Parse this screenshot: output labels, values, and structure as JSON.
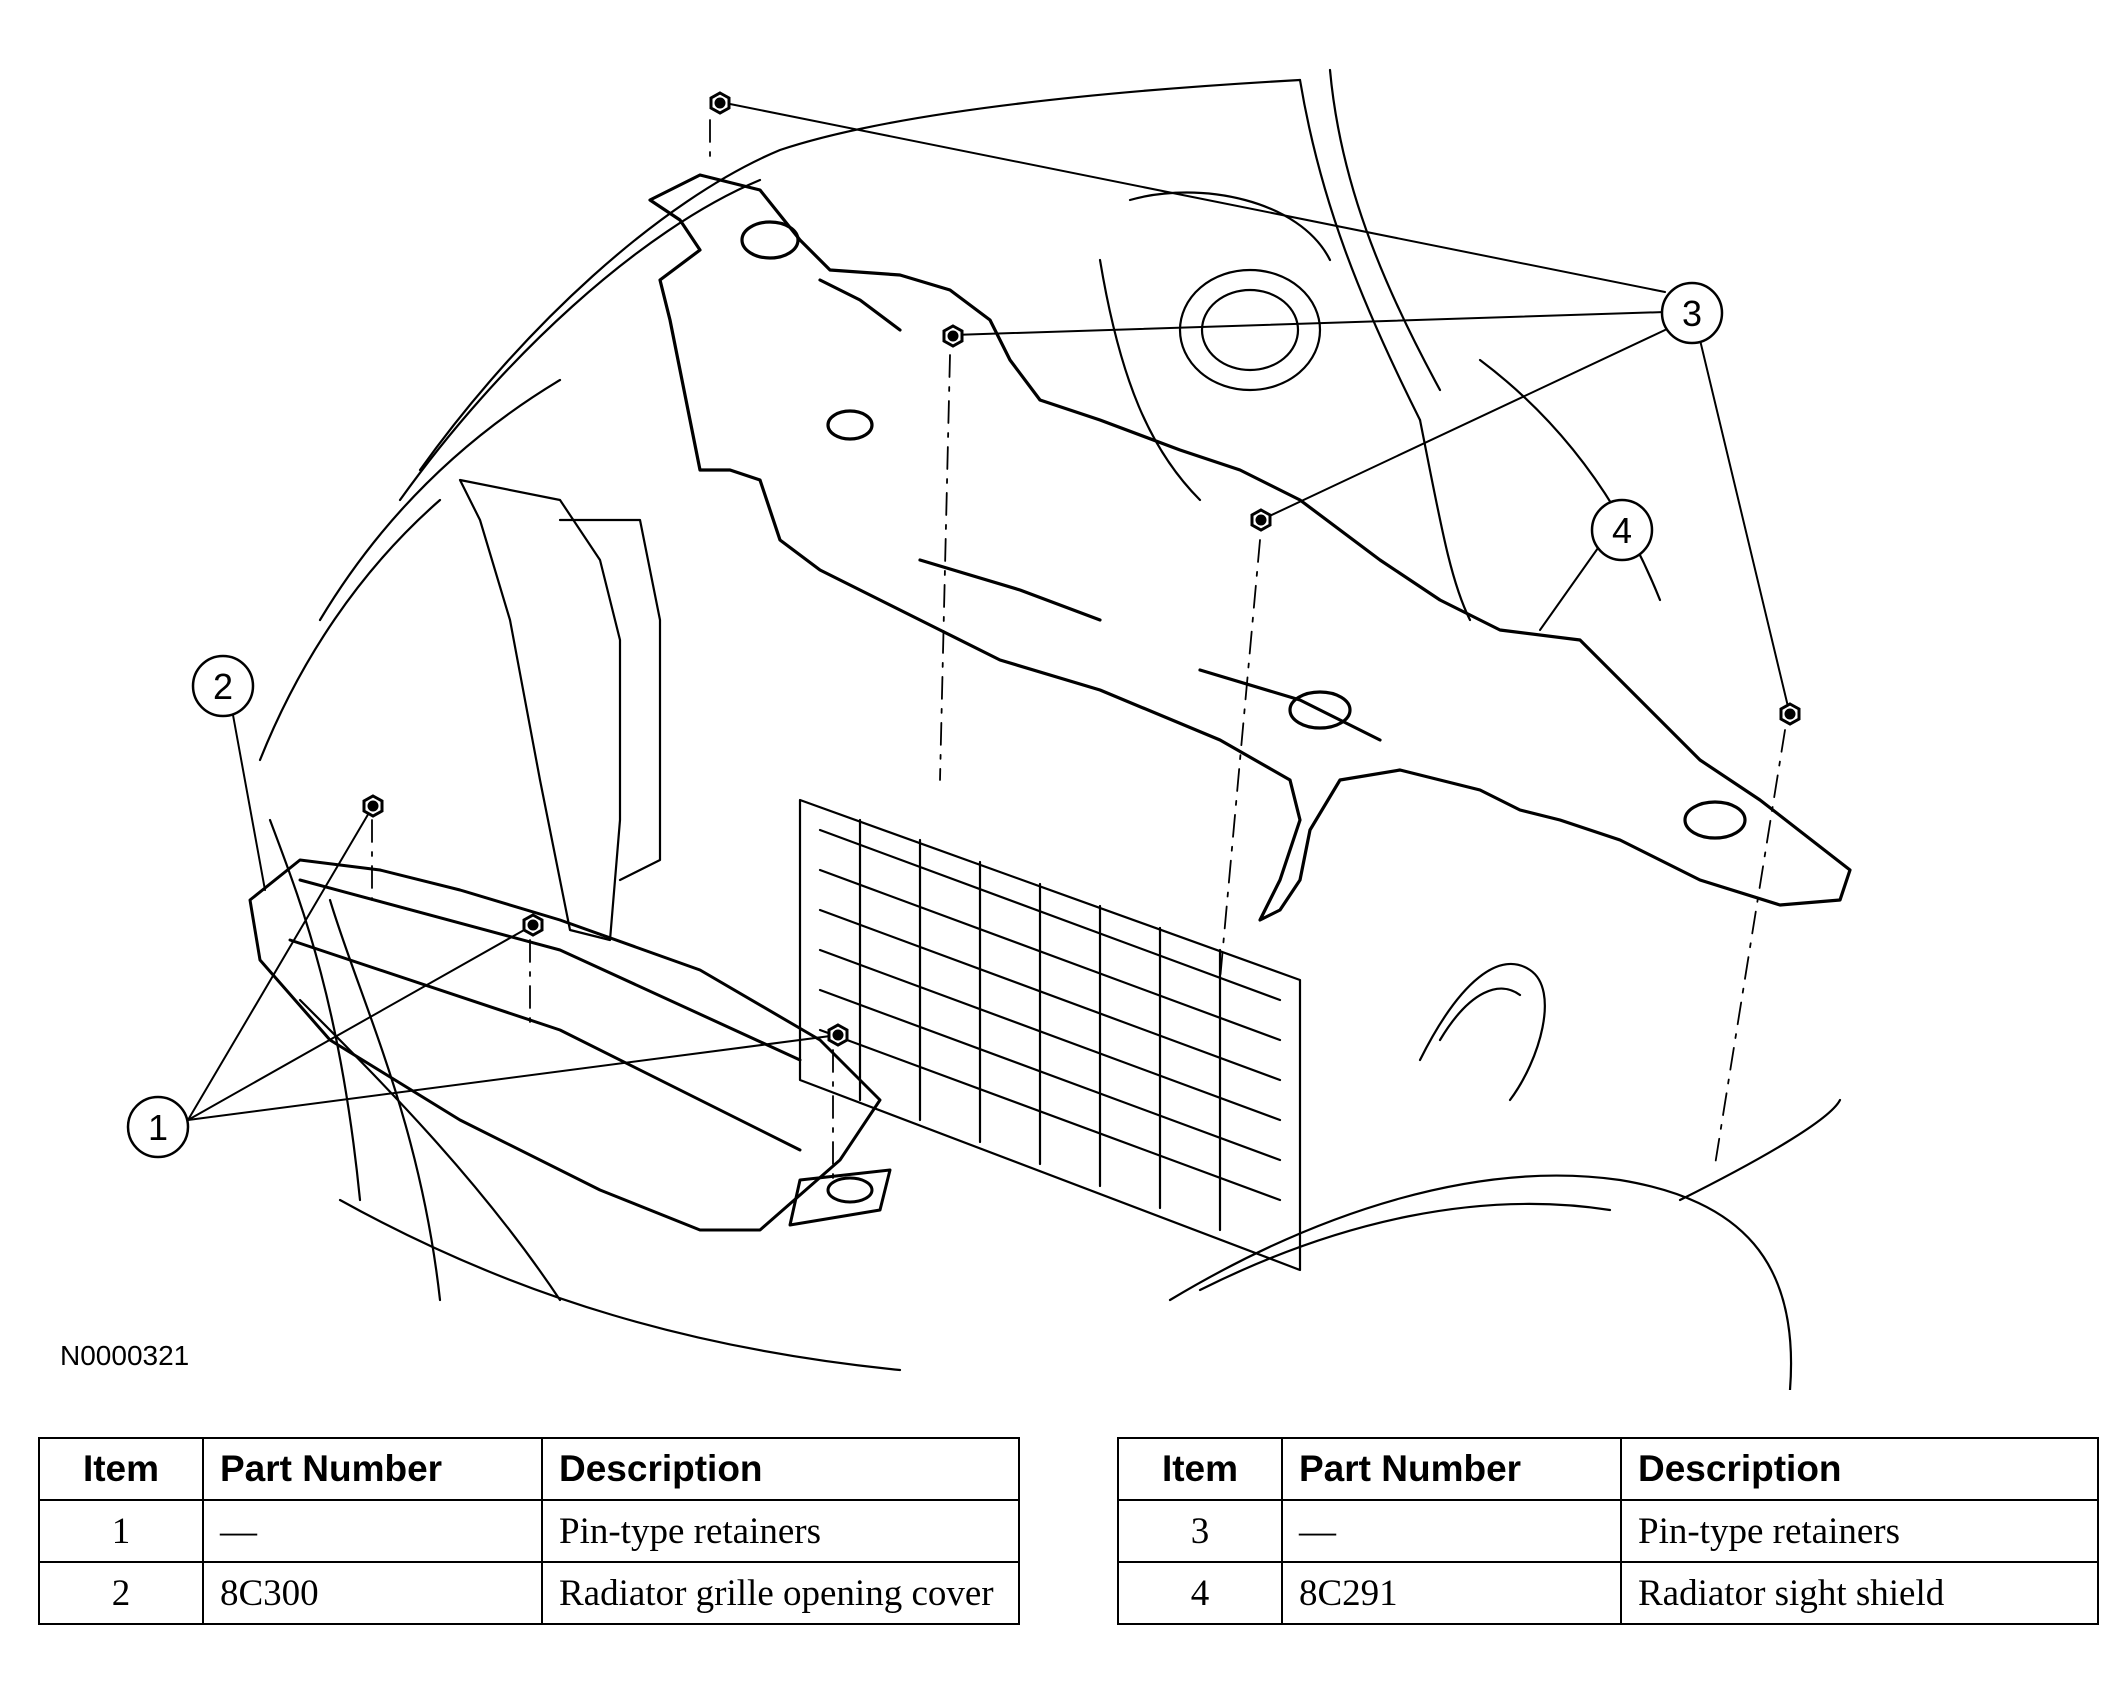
{
  "figure_id": "N0000321",
  "callouts": [
    "1",
    "2",
    "3",
    "4"
  ],
  "tables": [
    {
      "headers": [
        "Item",
        "Part Number",
        "Description"
      ],
      "rows": [
        [
          "1",
          "—",
          "Pin-type retainers"
        ],
        [
          "2",
          "8C300",
          "Radiator grille opening cover"
        ]
      ]
    },
    {
      "headers": [
        "Item",
        "Part Number",
        "Description"
      ],
      "rows": [
        [
          "3",
          "—",
          "Pin-type retainers"
        ],
        [
          "4",
          "8C291",
          "Radiator sight shield"
        ]
      ]
    }
  ]
}
